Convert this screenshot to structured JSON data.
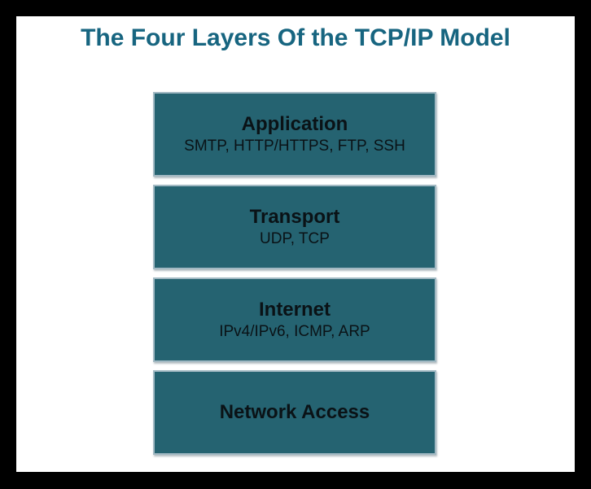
{
  "title": {
    "text": "The Four Layers Of the TCP/IP Model",
    "color": "#176580"
  },
  "diagram": {
    "box_fill_color": "#256371",
    "box_border_color": "#a2b9c3",
    "text_color": "#0a1216",
    "frame_color": "#000000",
    "layers": [
      {
        "name": "Application",
        "protocols": "SMTP, HTTP/HTTPS, FTP, SSH"
      },
      {
        "name": "Transport",
        "protocols": "UDP, TCP"
      },
      {
        "name": "Internet",
        "protocols": "IPv4/IPv6, ICMP, ARP"
      },
      {
        "name": "Network Access",
        "protocols": ""
      }
    ]
  }
}
